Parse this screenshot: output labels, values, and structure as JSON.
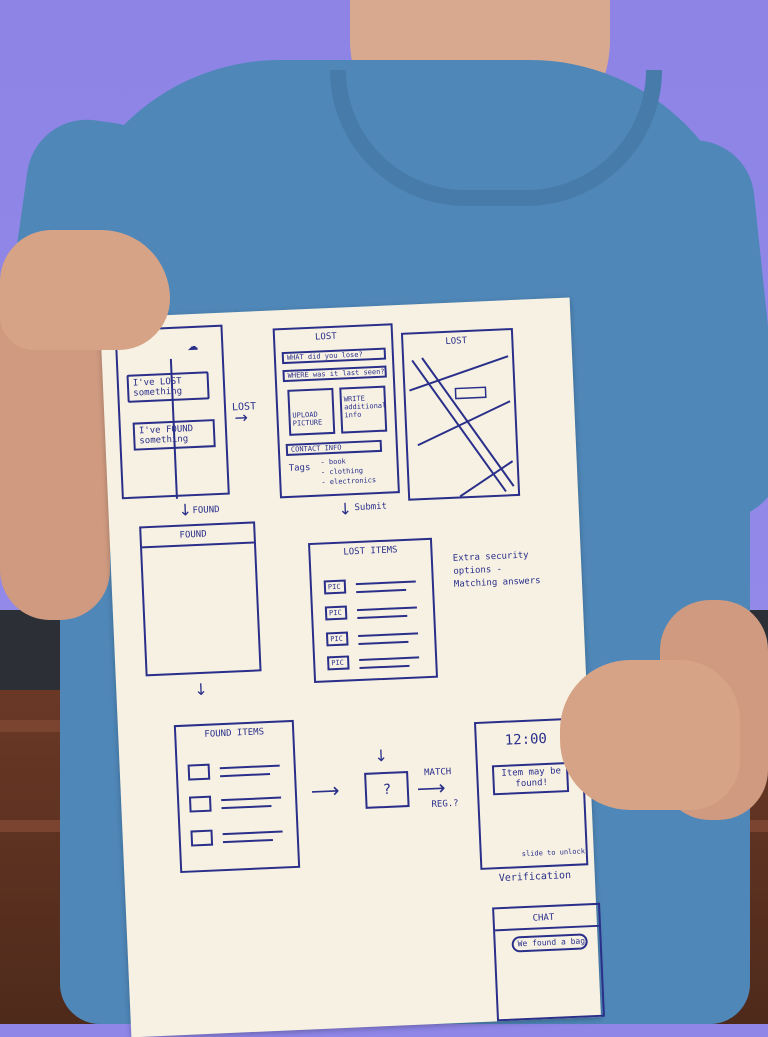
{
  "sketch": {
    "screen1": {
      "sign1": "I've LOST something",
      "sign2": "I've FOUND something"
    },
    "arrow_lost": "LOST",
    "arrow_found": "FOUND",
    "screen2": {
      "title": "LOST",
      "field1": "WHAT did you lose?",
      "field2": "WHERE was it last seen?",
      "upload": "UPLOAD PICTURE",
      "write": "WRITE additional info",
      "contact": "CONTACT INFO",
      "tags_label": "Tags",
      "tags": [
        "- book",
        "- clothing",
        "- electronics"
      ]
    },
    "screen3": {
      "title": "LOST"
    },
    "submit": "Submit",
    "note": "Extra security options - Matching answers",
    "found_screen": {
      "title": "FOUND"
    },
    "lost_items": {
      "title": "LOST ITEMS",
      "pic": "PIC"
    },
    "found_items": {
      "title": "FOUND ITEMS"
    },
    "match_box": "?",
    "match_label": "MATCH",
    "reg_label": "REG.?",
    "notify": {
      "time": "12:00",
      "message": "Item may be found!",
      "slide": "slide to unlock"
    },
    "verification": "Verification",
    "chat": {
      "title": "CHAT",
      "message": "We found a bag"
    }
  }
}
